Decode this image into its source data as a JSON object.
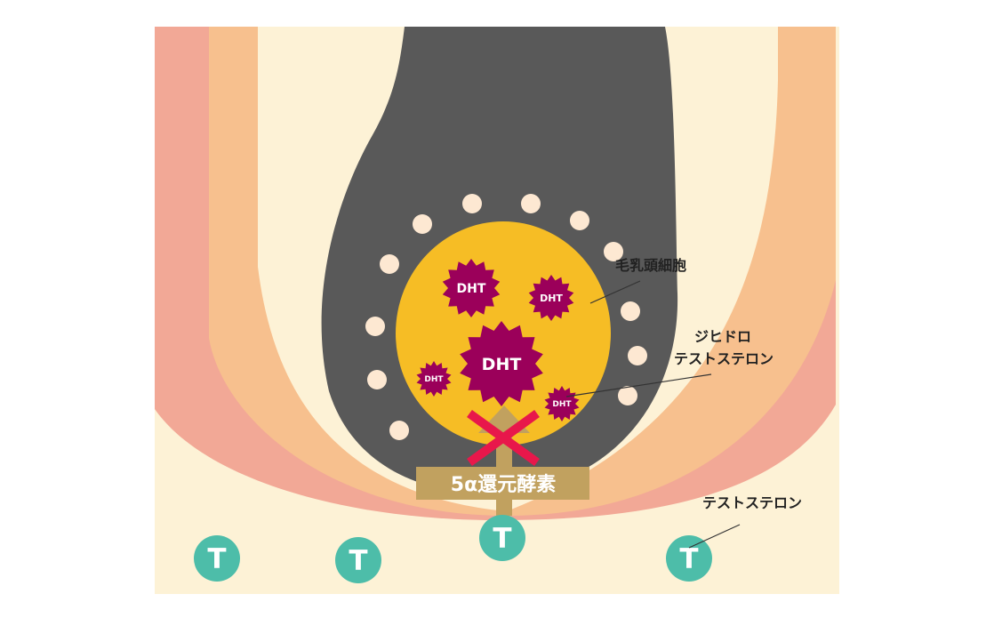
{
  "labels": {
    "papilla": "毛乳頭細胞",
    "dht_line1": "ジヒドロ",
    "dht_line2": "テストステロン",
    "testosterone": "テストステロン",
    "enzyme": "5α還元酵素"
  },
  "markers": {
    "dht": "DHT",
    "t": "T"
  },
  "icons": {
    "blocked": "red-x-icon",
    "conversion": "up-arrow-icon"
  },
  "colors": {
    "background": "#fdf2d6",
    "outer_sheath": "#f2a896",
    "inner_sheath": "#f7c08e",
    "hair_shaft": "#595959",
    "papilla": "#f6bd25",
    "dht": "#9b005a",
    "testosterone": "#4dbda9",
    "enzyme_box": "#c1a15f",
    "cross": "#e8174b",
    "melanocyte": "#fde8d2"
  }
}
